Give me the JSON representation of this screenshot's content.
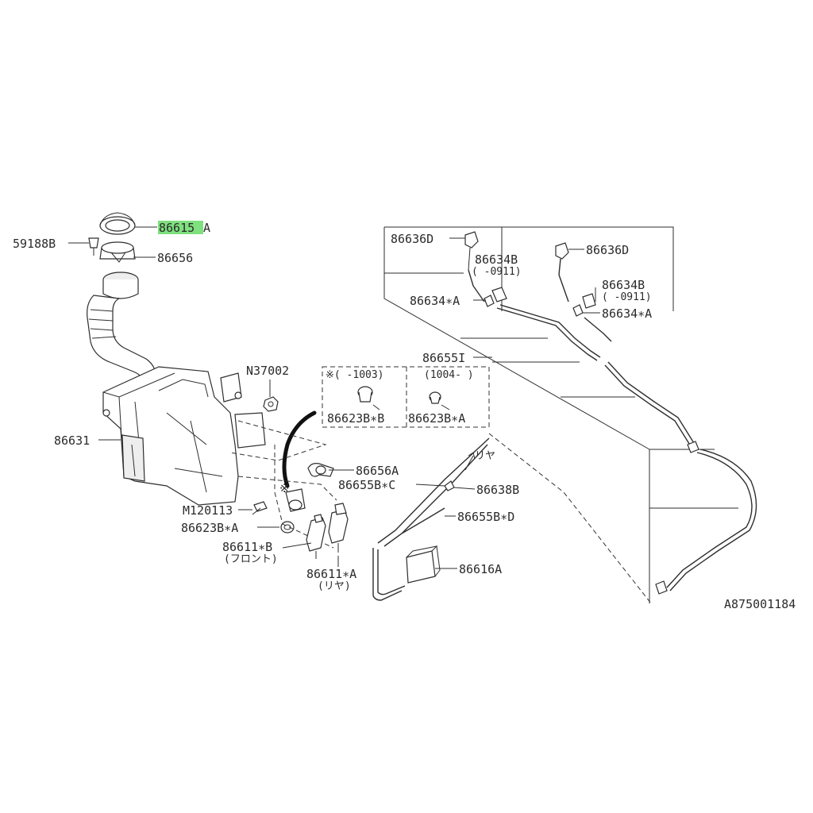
{
  "diagram_id": "A875001184",
  "highlight_color": "#7ee07e",
  "highlighted_part": "86615A",
  "callouts": {
    "p86615A_main": "86615",
    "p86615A_suffix": "A",
    "p59188B": "59188B",
    "p86656": "86656",
    "pN37002": "N37002",
    "p86631": "86631",
    "pM120113": "M120113",
    "p86623BA_left": "86623B∗A",
    "p86611B": "86611∗B",
    "p86611B_note": "(フロント)",
    "p86611A": "86611∗A",
    "p86611A_note": "(リヤ)",
    "p86656A": "86656A",
    "p86655BC": "86655B∗C",
    "p86638B": "86638B",
    "p86655BD": "86655B∗D",
    "p86616A": "86616A",
    "p86636D_left": "86636D",
    "p86636D_right": "86636D",
    "p86634B_left": "86634B",
    "p86634B_left_range": "( -0911)",
    "p86634B_right": "86634B",
    "p86634B_right_range": "( -0911)",
    "p86634A_left": "86634∗A",
    "p86634A_right": "86634∗A",
    "p86655I": "86655I",
    "rear_label": "リヤ",
    "box_left_range": "※( -1003)",
    "box_left_part": "86623B∗B",
    "box_right_range": "(1004-  )",
    "box_right_part": "86623B∗A",
    "asterisk_mark": "※"
  }
}
